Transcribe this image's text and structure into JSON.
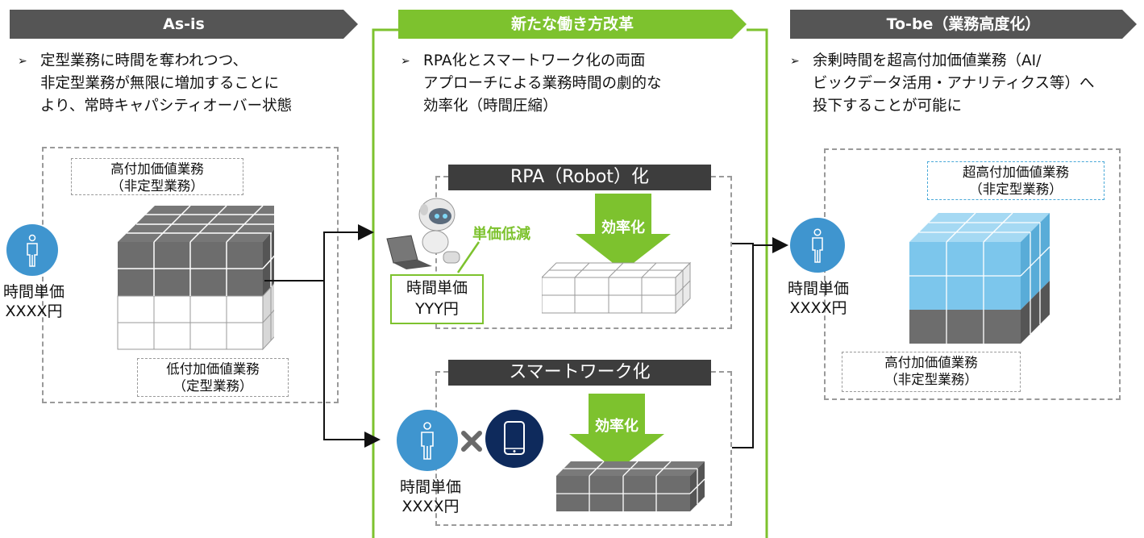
{
  "asis": {
    "header": "As-is",
    "bullet_lines": [
      "定型業務に時間を奪われつつ、",
      "非定型業務が無限に増加することに",
      "より、常時キャパシティオーバー状態"
    ],
    "top_label": [
      "高付加価値業務",
      "（非定型業務）"
    ],
    "bottom_label": [
      "低付加価値業務",
      "（定型業務）"
    ],
    "person_caption": [
      "時間単価",
      "XXXX円"
    ]
  },
  "reform": {
    "header": "新たな働き方改革",
    "bullet_lines": [
      "RPA化とスマートワーク化の両面",
      "アプローチによる業務時間の劇的な",
      "効率化（時間圧縮）"
    ],
    "rpa_title": "RPA（Robot）化",
    "rpa_arrow_label": "効率化",
    "rpa_cost_label": "単価低減",
    "rpa_price": [
      "時間単価",
      "YYY円"
    ],
    "smart_title": "スマートワーク化",
    "smart_arrow_label": "効率化",
    "smart_person_caption": [
      "時間単価",
      "XXXX円"
    ]
  },
  "tobe": {
    "header": "To-be（業務高度化）",
    "bullet_lines": [
      "余剰時間を超高付加価値業務（AI/",
      "ビックデータ活用・アナリティクス等）へ",
      "投下することが可能に"
    ],
    "top_label": [
      "超高付加価値業務",
      "（非定型業務）"
    ],
    "bottom_label": [
      "高付加価値業務",
      "（非定型業務）"
    ],
    "person_caption": [
      "時間単価",
      "XXXX円"
    ]
  },
  "colors": {
    "header_gray": "#555555",
    "reform_green": "#7dc22e",
    "person_blue": "#3f95cf",
    "phone_navy": "#0e2a5c",
    "cube_dark": "#6d6d6d",
    "cube_blue": "#7cc6ec"
  },
  "icons": [
    "person-icon",
    "robot-icon",
    "smartphone-icon",
    "cross-icon"
  ]
}
